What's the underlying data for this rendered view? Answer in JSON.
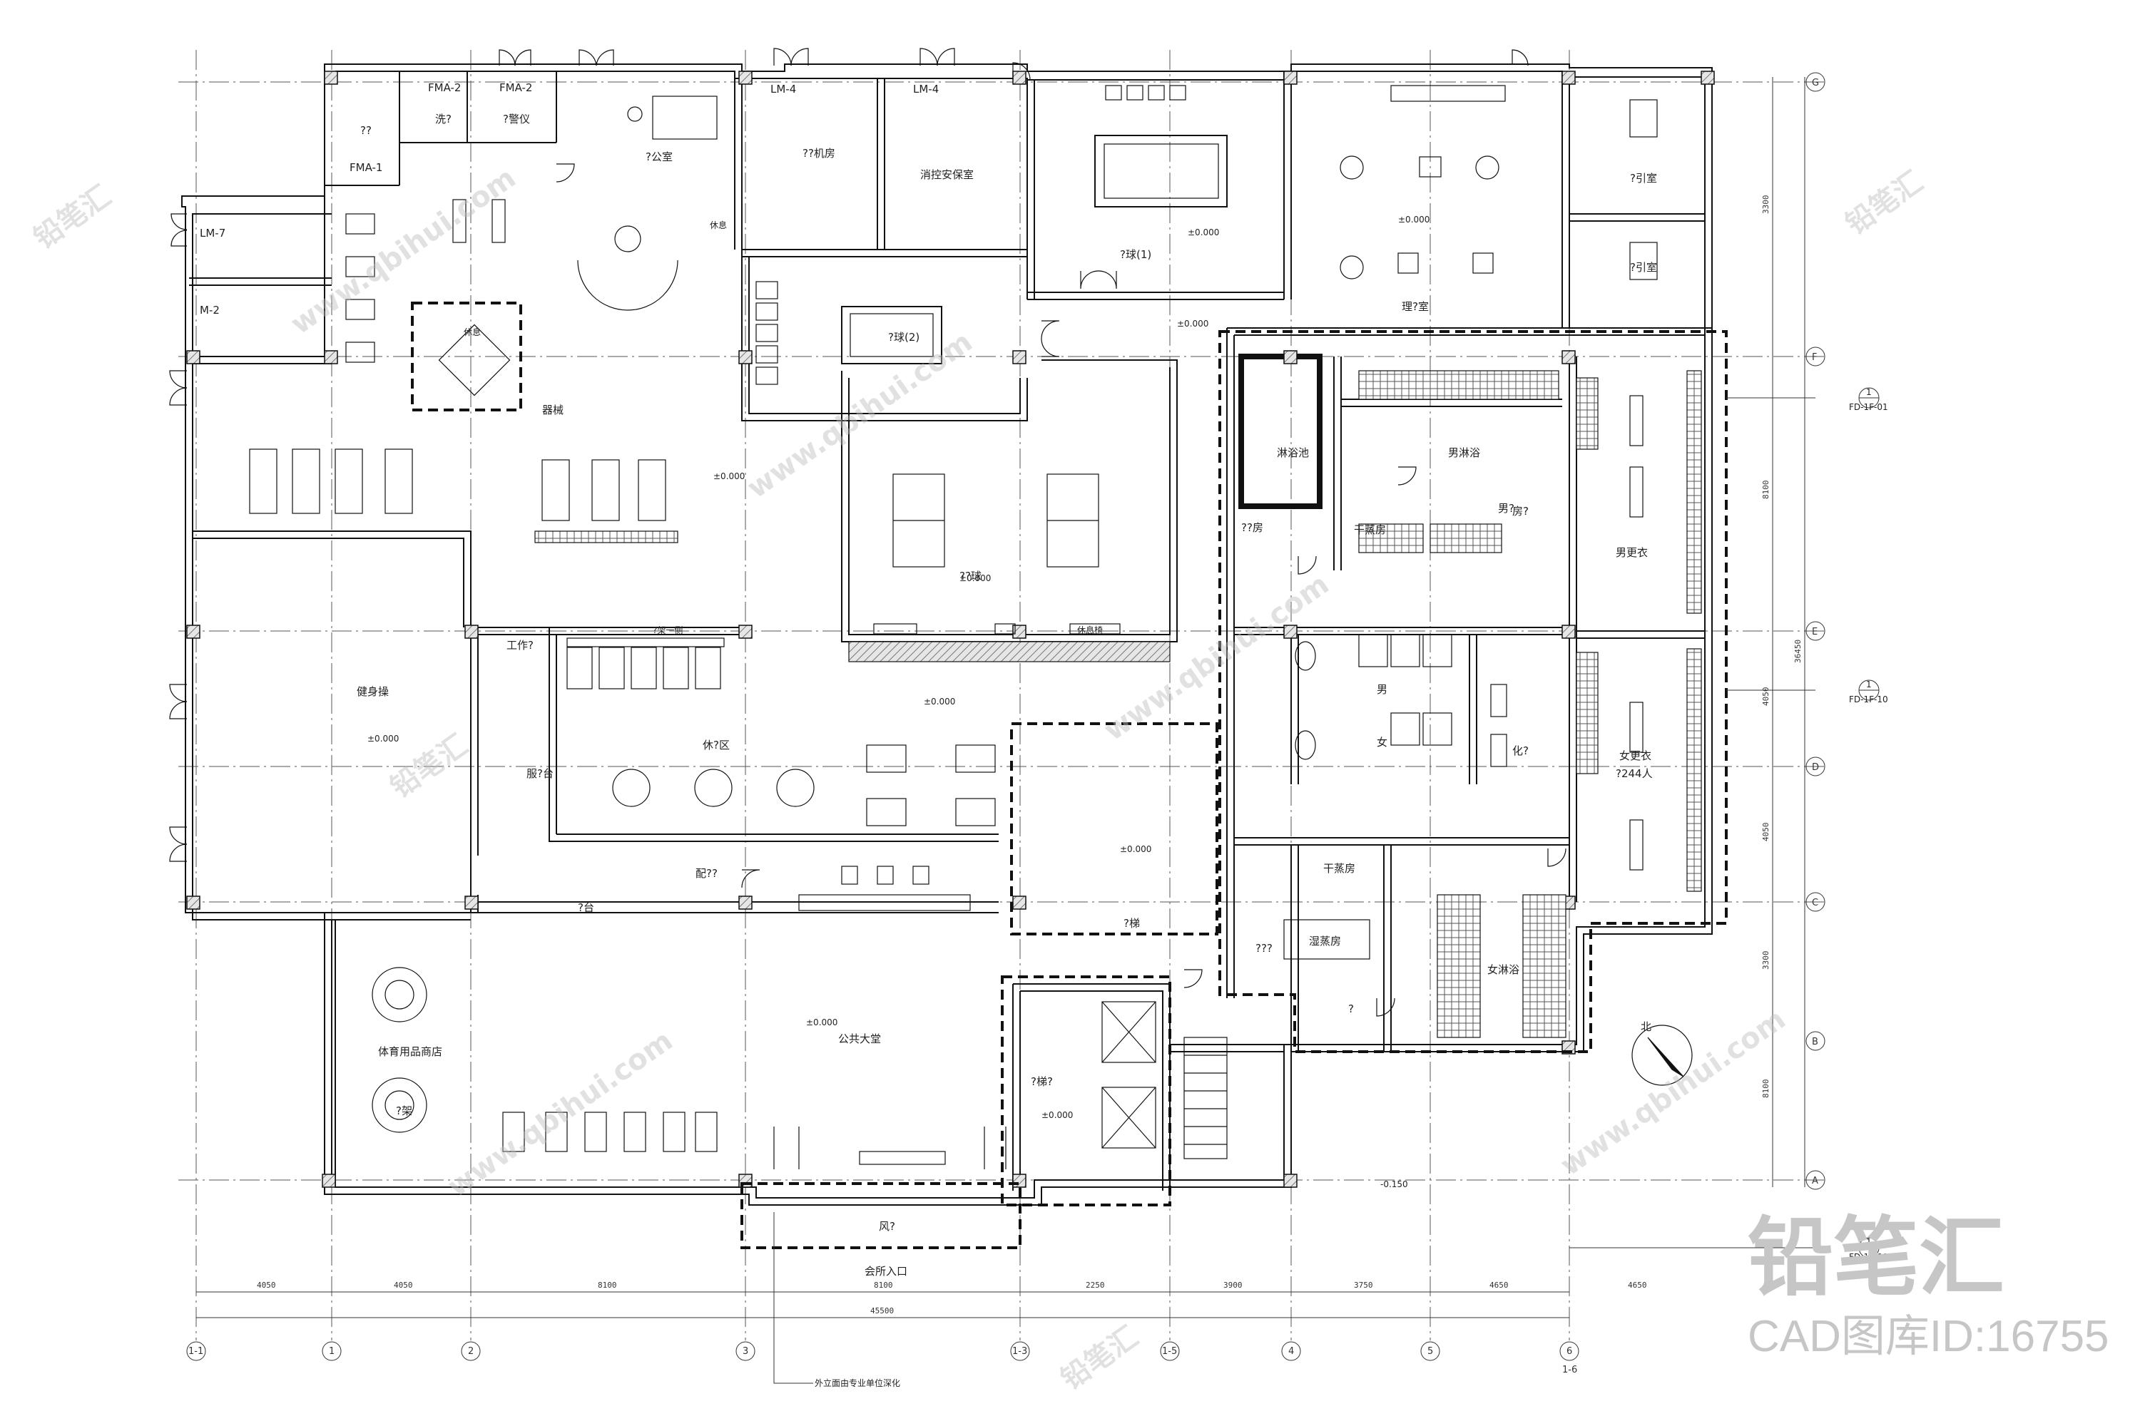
{
  "rooms": [
    {
      "id": "r1",
      "text": "??"
    },
    {
      "id": "r2",
      "text": "FMA-2"
    },
    {
      "id": "r3",
      "text": "FMA-2"
    },
    {
      "id": "r4",
      "text": "FMA-1"
    },
    {
      "id": "r5",
      "text": "洗?"
    },
    {
      "id": "r6",
      "text": "?警仪"
    },
    {
      "id": "r7",
      "text": "?公室"
    },
    {
      "id": "r8",
      "text": "LM-4"
    },
    {
      "id": "r9",
      "text": "LM-4"
    },
    {
      "id": "r10",
      "text": "??机房"
    },
    {
      "id": "r11",
      "text": "消控安保室"
    },
    {
      "id": "r12",
      "text": "?球(1)"
    },
    {
      "id": "r13",
      "text": "理?室"
    },
    {
      "id": "r14",
      "text": "?引室"
    },
    {
      "id": "r15",
      "text": "?引室"
    },
    {
      "id": "r16",
      "text": "LM-7"
    },
    {
      "id": "r17",
      "text": "M-2"
    },
    {
      "id": "r18",
      "text": "休息"
    },
    {
      "id": "r19",
      "text": "休息"
    },
    {
      "id": "r20",
      "text": "器械"
    },
    {
      "id": "r21",
      "text": "?球(2)"
    },
    {
      "id": "r22",
      "text": "淋浴池"
    },
    {
      "id": "r23",
      "text": "男淋浴"
    },
    {
      "id": "r24",
      "text": "干蒸房"
    },
    {
      "id": "r25",
      "text": "??房"
    },
    {
      "id": "r26",
      "text": "男?"
    },
    {
      "id": "r27",
      "text": "男更衣"
    },
    {
      "id": "r28",
      "text": "??球"
    },
    {
      "id": "r29",
      "text": "休息椅"
    },
    {
      "id": "r30",
      "text": "健身操"
    },
    {
      "id": "r31",
      "text": "工作?"
    },
    {
      "id": "r32",
      "text": "?架一侧"
    },
    {
      "id": "r33",
      "text": "休?区"
    },
    {
      "id": "r34",
      "text": "服?台"
    },
    {
      "id": "r35",
      "text": "男"
    },
    {
      "id": "r36",
      "text": "女"
    },
    {
      "id": "r37",
      "text": "化?"
    },
    {
      "id": "r38",
      "text": "女更衣"
    },
    {
      "id": "r39",
      "text": "?244人"
    },
    {
      "id": "r40",
      "text": "配??"
    },
    {
      "id": "r41",
      "text": "?台"
    },
    {
      "id": "r42",
      "text": "?梯"
    },
    {
      "id": "r43",
      "text": "干蒸房"
    },
    {
      "id": "r44",
      "text": "???"
    },
    {
      "id": "r45",
      "text": "湿蒸房"
    },
    {
      "id": "r46",
      "text": "?"
    },
    {
      "id": "r47",
      "text": "女淋浴"
    },
    {
      "id": "r48",
      "text": "体育用品商店"
    },
    {
      "id": "r49",
      "text": "?架"
    },
    {
      "id": "r50",
      "text": "公共大堂"
    },
    {
      "id": "r51",
      "text": "?梯?"
    },
    {
      "id": "r52",
      "text": "风?"
    },
    {
      "id": "r53",
      "text": "会所入口"
    },
    {
      "id": "r54",
      "text": "北"
    },
    {
      "id": "r55",
      "text": "房?"
    }
  ],
  "levels": [
    {
      "id": "l1",
      "text": "±0.000"
    },
    {
      "id": "l2",
      "text": "±0.000"
    },
    {
      "id": "l3",
      "text": "±0.000"
    },
    {
      "id": "l4",
      "text": "±0.000"
    },
    {
      "id": "l5",
      "text": "±0.000"
    },
    {
      "id": "l6",
      "text": "±0.000"
    },
    {
      "id": "l7",
      "text": "±0.000"
    },
    {
      "id": "l8",
      "text": "±0.000"
    },
    {
      "id": "l9",
      "text": "±0.000"
    },
    {
      "id": "l10",
      "text": "±0.000"
    },
    {
      "id": "l11",
      "text": "-0.150"
    }
  ],
  "dimensions": {
    "bottom": [
      "4050",
      "4050",
      "8100",
      "8100",
      "2250",
      "3900",
      "3750",
      "4650",
      "4650"
    ],
    "bottom_total": "45500",
    "right": [
      "3300",
      "8100",
      "4050",
      "4050",
      "3300",
      "8100"
    ],
    "right_total": "36450"
  },
  "section_tags": [
    "FD-1F-01",
    "FD-1F-10",
    "FD-1F-09"
  ],
  "section_tag_numbers": [
    "1",
    "1",
    "1"
  ],
  "axis_bottom": [
    "1-1",
    "1",
    "2",
    "3",
    "1-3",
    "1-5",
    "4",
    "5",
    "6",
    "1-6"
  ],
  "axis_right": [
    "G",
    "F",
    "E",
    "D",
    "C",
    "B",
    "A"
  ],
  "notes": [
    "外立面由专业单位深化"
  ],
  "watermarks": [
    "www.qbihui.com",
    "铅笔汇"
  ],
  "brand": {
    "logo_text": "铅笔汇",
    "id_text": "CAD图库ID:16755"
  },
  "colors": {
    "wall": "#8a8a8a",
    "line": "#111111",
    "grid": "#555555",
    "watermark": "#c8c8c8"
  }
}
